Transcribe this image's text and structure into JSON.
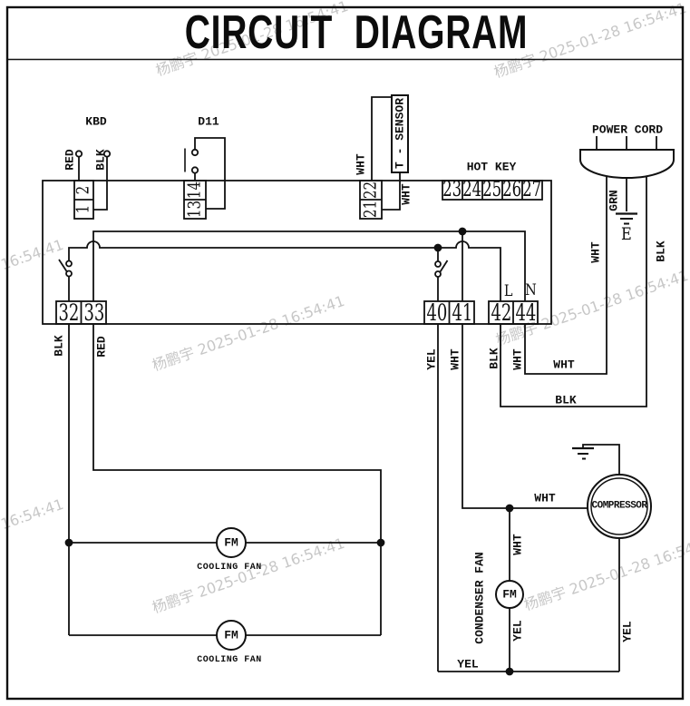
{
  "title": "CIRCUIT DIAGRAM",
  "watermark": {
    "text": "杨鹏宇 2025-01-28 16:54:41"
  },
  "components": {
    "kbd": "KBD",
    "d11": "D11",
    "t_sensor": "T - SENSOR",
    "hot_key": "HOT KEY",
    "power_cord": "POWER CORD",
    "earth": "E",
    "compressor": "COMPRESSOR",
    "condenser_fan": "CONDENSER FAN",
    "cooling_fan_top": "COOLING FAN",
    "cooling_fan_bottom": "COOLING FAN",
    "fan_motor": "FM"
  },
  "terminals": {
    "kbd": [
      "2",
      "1"
    ],
    "d11": [
      "14",
      "13"
    ],
    "sensor": [
      "22",
      "21"
    ],
    "hot_key": [
      "23",
      "24",
      "25",
      "26",
      "27"
    ],
    "block_32_33": [
      "32",
      "33"
    ],
    "block_40_41": [
      "40",
      "41"
    ],
    "block_42_44": [
      "42",
      "44"
    ],
    "line_label": "L",
    "neutral_label": "N"
  },
  "wire_labels": {
    "kbd_red": "RED",
    "kbd_blk": "BLK",
    "sensor_wht_left": "WHT",
    "sensor_wht_right": "WHT",
    "cord_grn": "GRN",
    "cord_wht": "WHT",
    "cord_blk": "BLK",
    "t32_blk": "BLK",
    "t33_red": "RED",
    "t40_yel": "YEL",
    "t41_wht": "WHT",
    "t42_blk": "BLK",
    "t44_wht": "WHT",
    "neutral_wht_horiz": "WHT",
    "line_blk_horiz": "BLK",
    "compressor_wht_horiz": "WHT",
    "condenser_wht": "WHT",
    "condenser_yel": "YEL",
    "compressor_yel": "YEL",
    "bottom_yel_horiz": "YEL"
  },
  "colors": {
    "ink": "#111111",
    "watermark": "#c7c7c7",
    "background": "#ffffff"
  }
}
